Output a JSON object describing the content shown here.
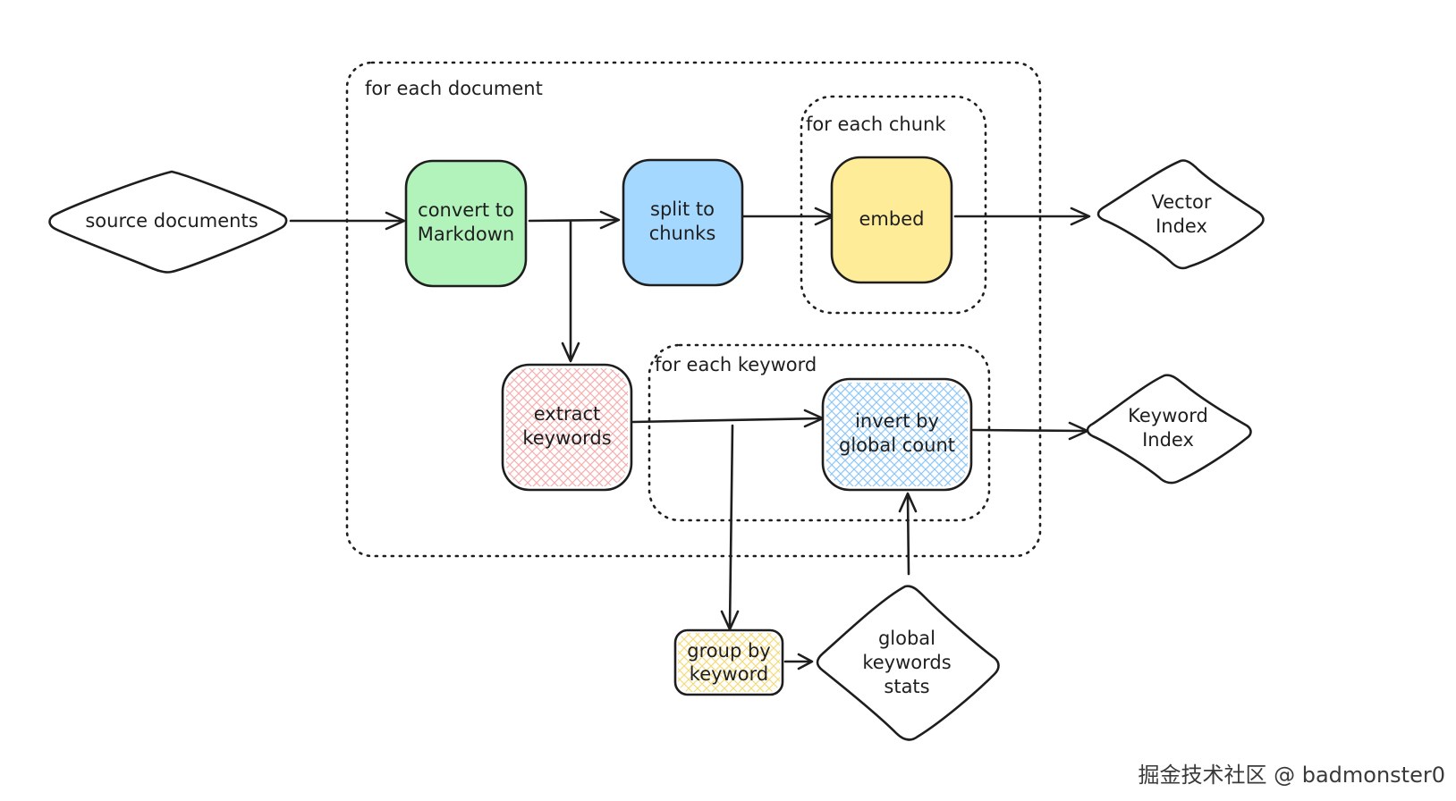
{
  "groups": {
    "document": "for each document",
    "chunk": "for each chunk",
    "keyword": "for each keyword"
  },
  "nodes": {
    "source": [
      "source documents"
    ],
    "convert": [
      "convert to",
      "Markdown"
    ],
    "split": [
      "split to",
      "chunks"
    ],
    "embed": [
      "embed"
    ],
    "vector": [
      "Vector",
      "Index"
    ],
    "extract": [
      "extract",
      "keywords"
    ],
    "invert": [
      "invert by",
      "global count"
    ],
    "keyword_index": [
      "Keyword",
      "Index"
    ],
    "group": [
      "group by",
      "keyword"
    ],
    "stats": [
      "global",
      "keywords",
      "stats"
    ]
  },
  "colors": {
    "stroke": "#1e1e1e",
    "convert_fill": "#b2f2bb",
    "split_fill": "#a5d8ff",
    "embed_fill": "#ffec99",
    "extract_hatch": "#ffc9c9",
    "invert_hatch": "#a5d8ff",
    "group_hatch": "#ffec99"
  },
  "watermark": "掘金技术社区 @ badmonster0"
}
